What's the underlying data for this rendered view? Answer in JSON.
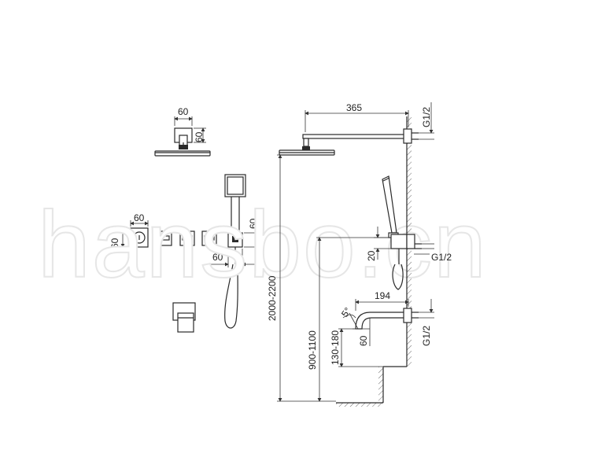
{
  "watermark": "hansbo.cn",
  "dimensions": {
    "shower_head_width": "60",
    "shower_head_height": "60",
    "valve_width": "60",
    "valve_height": "60",
    "hand_shower_bracket_height": "60",
    "hand_shower_bracket_width": "60",
    "arm_length": "365",
    "head_thread": "G1/2",
    "head_height_range": "2000-2200",
    "diverter_offset": "20",
    "diverter_thread": "G1/2",
    "diverter_height_range": "900-1100",
    "spout_length": "194",
    "spout_angle": "5°",
    "spout_height": "60",
    "spout_height_range": "130-180",
    "spout_thread": "G1/2"
  }
}
